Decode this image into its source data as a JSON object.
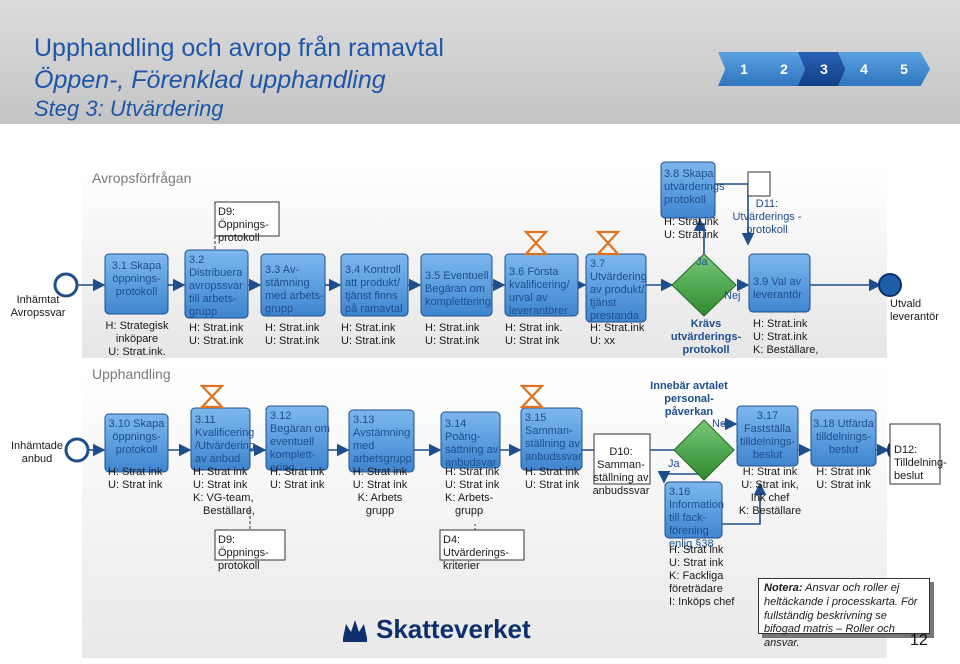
{
  "title": {
    "line1": "Upphandling och avrop från ramavtal",
    "line2": "Öppen-, Förenklad upphandling",
    "line3": "Steg 3: Utvärdering"
  },
  "steps": [
    "1",
    "2",
    "3",
    "4",
    "5"
  ],
  "lanes": {
    "avrop": "Avropsförfrågan",
    "upph": "Upphandling"
  },
  "row1": {
    "start": [
      "Inhämtat",
      "Avropssvar"
    ],
    "end": [
      "Utvald",
      "leverantör"
    ],
    "d9": [
      "D9: Öppnings-",
      "protokoll"
    ],
    "s38": [
      "3.8 Skapa",
      "utvärderings",
      "protokoll"
    ],
    "s38_roles": [
      "H: Strat.ink",
      "U: Strat.ink"
    ],
    "d11": [
      "D11:",
      "Utvärderings -",
      "protokoll"
    ],
    "s31": [
      "3.1 Skapa",
      "öppnings-",
      "protokoll"
    ],
    "s31_roles": [
      "H: Strategisk",
      "inköpare",
      "U: Strat.ink."
    ],
    "s32": [
      "3.2",
      "Distribuera",
      "avropssvar",
      "till arbets-",
      "grupp"
    ],
    "s32_roles": [
      "H: Strat.ink",
      "U: Strat.ink"
    ],
    "s33": [
      "3.3 Av-",
      "stämning",
      "med arbets-",
      "grupp"
    ],
    "s33_roles": [
      "H: Strat.ink",
      "U: Strat.ink"
    ],
    "s34": [
      "3.4 Kontroll",
      "att produkt/",
      "tjänst finns",
      "på ramavtal"
    ],
    "s34_roles": [
      "H: Strat.ink",
      "U: Strat.ink"
    ],
    "s35": [
      "3.5 Eventuell",
      "Begäran om",
      "komplettering"
    ],
    "s35_roles": [
      "H: Strat.ink",
      "U: Strat.ink"
    ],
    "s36": [
      "3.6 Första",
      "kvalificering/",
      "urval av",
      "leverantörer"
    ],
    "s36_roles": [
      "H: Strat ink.",
      "U: Strat ink"
    ],
    "s37": [
      "3.7",
      "Utvärdering",
      "av produkt/",
      "tjänst",
      "prestanda"
    ],
    "s37_roles": [
      "H: Strat.ink",
      "U: xx"
    ],
    "gw": [
      "Krävs",
      "utvärderings-",
      "protokoll"
    ],
    "yes": "Ja",
    "no": "Nej",
    "s39": [
      "3.9 Val av",
      "leverantör"
    ],
    "s39_roles": [
      "H: Strat.ink",
      "U: Strat.ink",
      "K: Beställare,"
    ]
  },
  "row2": {
    "start": [
      "Inhämtade",
      "anbud"
    ],
    "end": [
      "D12:",
      "Tilldelning-",
      "beslut"
    ],
    "s310": [
      "3.10 Skapa",
      "öppnings-",
      "protokoll"
    ],
    "s310_roles": [
      "H: Strat ink",
      "U: Strat ink"
    ],
    "s311": [
      "3.11",
      "Kvalificering",
      "/Utvärdering",
      "av anbud"
    ],
    "s311_roles": [
      "H: Strat ink",
      "U: Strat ink",
      "K: VG-team,",
      "Beställare,"
    ],
    "s312": [
      "3.12",
      "Begäran om",
      "eventuell",
      "komplett-",
      "ering"
    ],
    "s312_roles": [
      "H: Strat ink",
      "U: Strat ink"
    ],
    "d9": [
      "D9: Öppnings-",
      "protokoll"
    ],
    "s313": [
      "3.13",
      "Avstämning",
      "med",
      "arbetsgrupp"
    ],
    "s313_roles": [
      "H: Strat ink",
      "U: Strat ink",
      "K: Arbets",
      "grupp"
    ],
    "s314": [
      "3.14 Poäng-",
      "sättning av",
      "anbudsvar"
    ],
    "s314_roles": [
      "H: Strat ink",
      "U: Strat ink",
      "K: Arbets-",
      "grupp"
    ],
    "d4": [
      "D4: Utvärderings-",
      "kriterier"
    ],
    "s315": [
      "3.15",
      "Samman-",
      "ställning av",
      "anbudssvar"
    ],
    "s315_roles": [
      "H: Strat ink",
      "U: Strat ink"
    ],
    "d10": [
      "D10:",
      "Samman-",
      "ställning av",
      "anbudssvar"
    ],
    "gw": [
      "Innebär avtalet",
      "personal-",
      "påverkan"
    ],
    "yes": "Ja",
    "no": "Nej",
    "s316": [
      "3.16",
      "Information",
      "till fack-",
      "förening",
      "enlig §38"
    ],
    "s316_roles": [
      "H: Strat ink",
      "U: Strat ink",
      "K: Fackliga",
      "företrädare",
      "I: Inköps chef"
    ],
    "s317": [
      "3.17",
      "Fastställa",
      "tilldelnings-",
      "beslut"
    ],
    "s317_roles": [
      "H: Strat ink",
      "U: Strat ink,",
      "Ink chef",
      "K: Beställare"
    ],
    "s318": [
      "3.18 Utfärda",
      "tilldelnings-",
      "beslut"
    ],
    "s318_roles": [
      "H: Strat ink",
      "U: Strat ink"
    ]
  },
  "note": {
    "prefix": "Notera:",
    "text1": " Ansvar och roller ej heltäckande i processkarta. ",
    "text2": "För fullständig beskrivning se bifogad matris",
    "text3": " – Roller och ansvar."
  },
  "logo": "Skatteverket",
  "page_number": "12",
  "colors": {
    "title_text": "#1f57a8",
    "task_fill": "#5a9ee0",
    "task_stroke": "#1f4e8c",
    "arrow": "#1f4e8c",
    "gateway_fill": "#4da34d",
    "event_fill": "#1f5fa8",
    "hourglass": "#e0711e",
    "step_active": "#123f86",
    "step_inactive": "#3a86d0"
  }
}
